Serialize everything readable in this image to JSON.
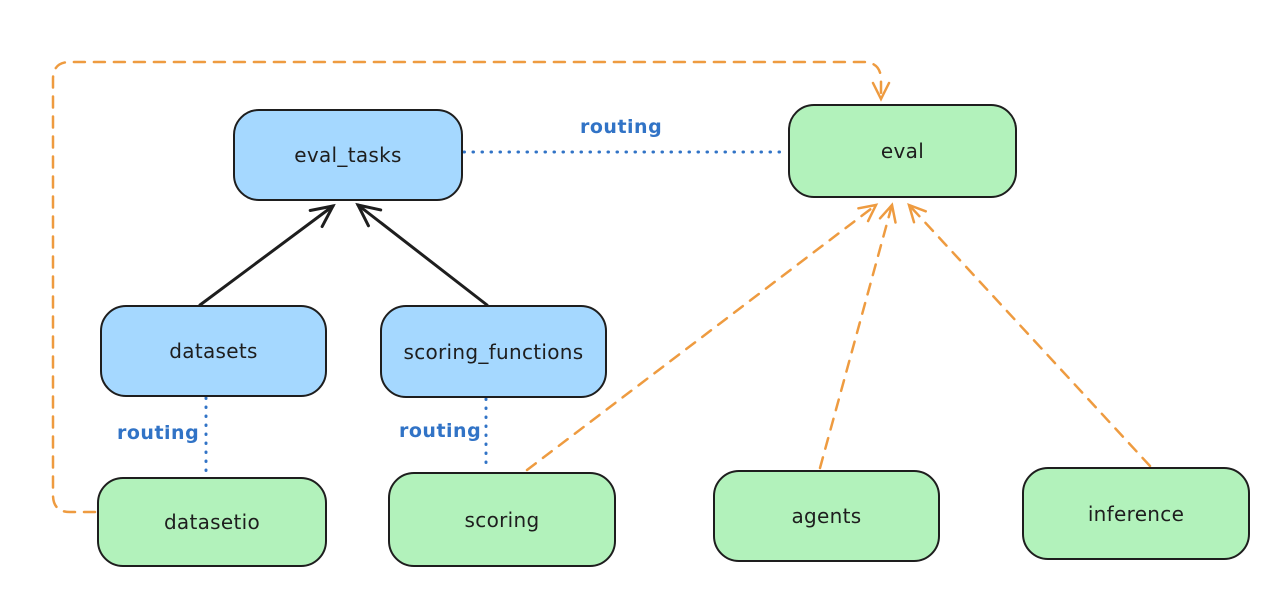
{
  "diagram": {
    "nodes": {
      "eval_tasks": {
        "label": "eval_tasks",
        "kind": "resource",
        "fill": "#a5d8ff"
      },
      "eval": {
        "label": "eval",
        "kind": "api",
        "fill": "#b2f2bb"
      },
      "datasets": {
        "label": "datasets",
        "kind": "resource",
        "fill": "#a5d8ff"
      },
      "scoring_functions": {
        "label": "scoring_functions",
        "kind": "resource",
        "fill": "#a5d8ff"
      },
      "datasetio": {
        "label": "datasetio",
        "kind": "api",
        "fill": "#b2f2bb"
      },
      "scoring": {
        "label": "scoring",
        "kind": "api",
        "fill": "#b2f2bb"
      },
      "agents": {
        "label": "agents",
        "kind": "api",
        "fill": "#b2f2bb"
      },
      "inference": {
        "label": "inference",
        "kind": "api",
        "fill": "#b2f2bb"
      }
    },
    "labels": {
      "routing": "routing"
    },
    "edges": [
      {
        "from": "datasets",
        "to": "eval_tasks",
        "style": "solid-arrow",
        "color": "#1e1e1e"
      },
      {
        "from": "scoring_functions",
        "to": "eval_tasks",
        "style": "solid-arrow",
        "color": "#1e1e1e"
      },
      {
        "from": "eval_tasks",
        "to": "eval",
        "style": "dotted",
        "color": "#3173c6",
        "label": "routing"
      },
      {
        "from": "datasets",
        "to": "datasetio",
        "style": "dotted",
        "color": "#3173c6",
        "label": "routing"
      },
      {
        "from": "scoring_functions",
        "to": "scoring",
        "style": "dotted",
        "color": "#3173c6",
        "label": "routing"
      },
      {
        "from": "datasetio",
        "to": "eval",
        "style": "dashed-arrow",
        "color": "#ee9b40"
      },
      {
        "from": "scoring",
        "to": "eval",
        "style": "dashed-arrow",
        "color": "#ee9b40"
      },
      {
        "from": "agents",
        "to": "eval",
        "style": "dashed-arrow",
        "color": "#ee9b40"
      },
      {
        "from": "inference",
        "to": "eval",
        "style": "dashed-arrow",
        "color": "#ee9b40"
      }
    ],
    "colors": {
      "blue_fill": "#a5d8ff",
      "green_fill": "#b2f2bb",
      "stroke": "#1e1e1e",
      "orange_line": "#ee9b40",
      "blue_line": "#3173c6",
      "background": "#ffffff"
    }
  }
}
